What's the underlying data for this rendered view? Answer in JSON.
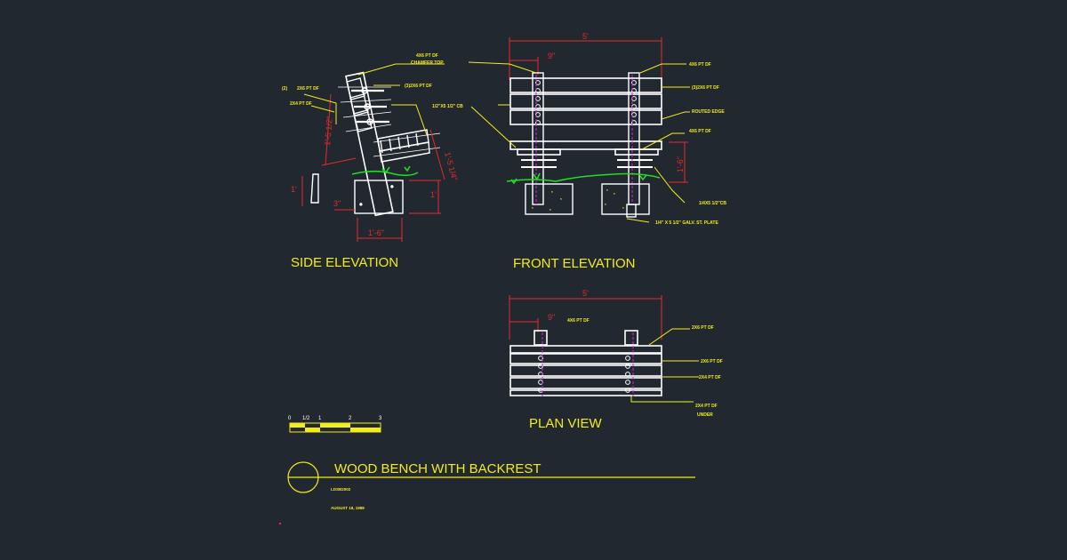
{
  "colors": {
    "background": "#212830",
    "line": "#ffffff",
    "callout": "#f2ec1d",
    "dimension": "#e62a2a",
    "centerline": "#e020e0",
    "ground": "#22dd22"
  },
  "titles": {
    "side": "SIDE ELEVATION",
    "front": "FRONT ELEVATION",
    "plan": "PLAN VIEW",
    "main": "WOOD BENCH WITH BACKREST",
    "code": "LDSB2002",
    "date": "AUGUST 18, 1988"
  },
  "dims": {
    "front_width": "5'",
    "front_inset": "9\"",
    "front_height": "1'-6\"",
    "plan_width": "5'",
    "plan_inset": "9\"",
    "side_back": "1'-5 1/2\"",
    "side_seat": "1'-5 1/4\"",
    "side_base": "1'-6\"",
    "side_left": "1'",
    "side_right": "1'",
    "side_small": "3\""
  },
  "callouts": {
    "side": [
      "4X6 PT DF",
      "CHAMFER TOP",
      "(3)2X6 PT DF",
      "(2)",
      "2X6 PT DF",
      "2X4 PT DF",
      "1/2\"X5 1/2\" CB"
    ],
    "front": [
      "4X6 PT DF",
      "(3)2X6 PT DF",
      "ROUTED EDGE",
      "4X6 PT DF",
      "1/4X5 1/2\"CB",
      "1/4\" X 5 1/2\" GALV. ST. PLATE"
    ],
    "plan": [
      "4X6 PT DF",
      "2X6 PT DF",
      "2X6 PT DF",
      "2X4 PT DF",
      "2X4 PT DF",
      "UNDER"
    ]
  },
  "scale_bar": [
    "0",
    "1/2",
    "1",
    "2",
    "3"
  ]
}
